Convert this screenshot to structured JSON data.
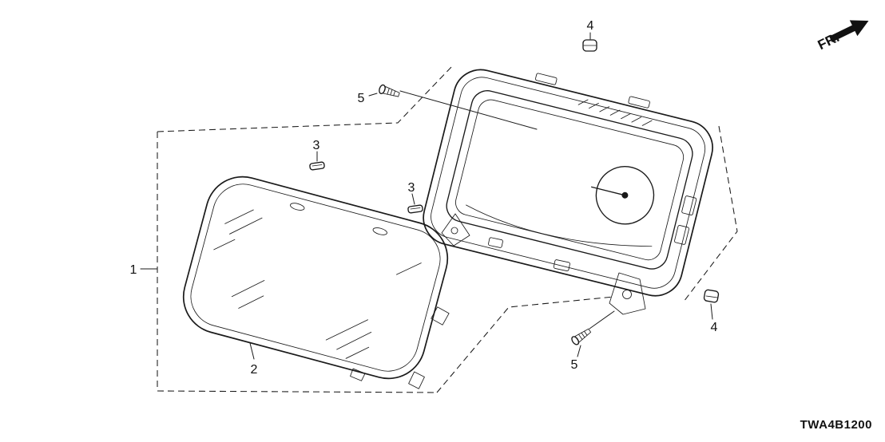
{
  "diagram": {
    "code": "TWA4B1200",
    "fr_label": "FR.",
    "callouts": {
      "part1": "1",
      "part2": "2",
      "part3_upper": "3",
      "part3_lower": "3",
      "part4_top": "4",
      "part4_right": "4",
      "part5_upper": "5",
      "part5_lower": "5"
    },
    "colors": {
      "line": "#1a1a1a",
      "background": "#ffffff"
    }
  }
}
